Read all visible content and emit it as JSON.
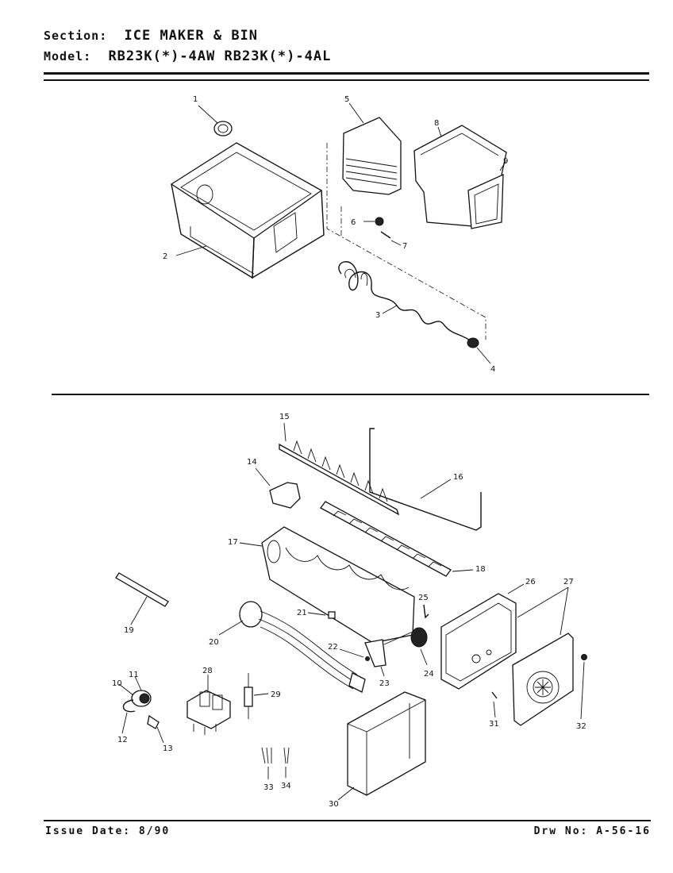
{
  "header": {
    "section_key": "Section:",
    "section_value": "ICE MAKER & BIN",
    "model_key": "Model:",
    "model_value": "RB23K(*)-4AW  RB23K(*)-4AL"
  },
  "footer": {
    "issue_date": "Issue Date: 8/90",
    "drawing_no": "Drw No: A-56-16"
  },
  "callouts": [
    "1",
    "2",
    "3",
    "4",
    "5",
    "6",
    "7",
    "8",
    "9",
    "10",
    "11",
    "12",
    "13",
    "14",
    "15",
    "16",
    "17",
    "18",
    "19",
    "20",
    "21",
    "22",
    "23",
    "24",
    "25",
    "26",
    "27",
    "28",
    "29",
    "30",
    "31",
    "32",
    "33",
    "34"
  ]
}
